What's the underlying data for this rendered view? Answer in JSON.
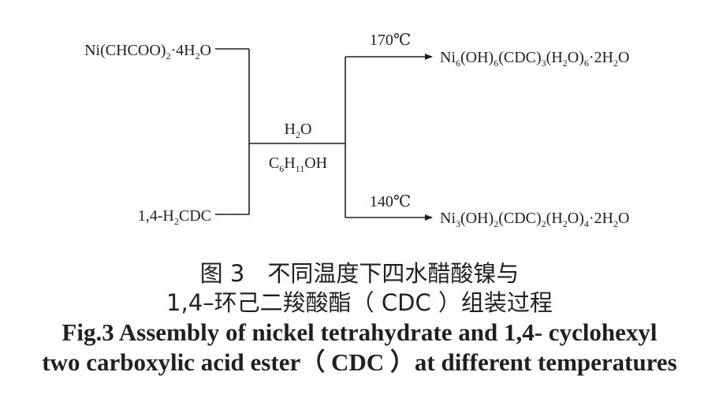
{
  "diagram": {
    "reactants": {
      "nickel_salt": {
        "base": "Ni(CHCOO)",
        "sub": "2",
        "tail_a": "·4H",
        "sub2": "2",
        "tail_b": "O"
      },
      "ligand": {
        "prefix": "1,4-H",
        "sub": "2",
        "tail": "CDC"
      }
    },
    "solvents": {
      "water": {
        "base": "H",
        "sub": "2",
        "tail": "O"
      },
      "cyclohexanol": {
        "base": "C",
        "sub1": "6",
        "mid": "H",
        "sub2": "11",
        "tail": "OH"
      }
    },
    "branches": {
      "high": {
        "temperature": "170℃",
        "product": {
          "p1": "Ni",
          "s1": "6",
          "p2": "(OH)",
          "s2": "6",
          "p3": "(CDC)",
          "s3": "3",
          "p4": "(H",
          "s4": "2",
          "p5": "O)",
          "s5": "6",
          "p6": "·2H",
          "s6": "2",
          "p7": "O"
        }
      },
      "low": {
        "temperature": "140℃",
        "product": {
          "p1": "Ni",
          "s1": "3",
          "p2": "(OH)",
          "s2": "2",
          "p3": "(CDC)",
          "s3": "2",
          "p4": "(H",
          "s4": "2",
          "p5": "O)",
          "s5": "4",
          "p6": "·2H",
          "s6": "2",
          "p7": "O"
        }
      }
    }
  },
  "caption": {
    "cn_line1": "图 3　不同温度下四水醋酸镍与",
    "cn_line2": "1,4–环己二羧酸酯（ CDC ）组装过程",
    "en_line1": "Fig.3 Assembly of nickel tetrahydrate and 1,4- cyclohexyl",
    "en_line2": "two carboxylic acid ester（ CDC ）at different temperatures"
  },
  "colors": {
    "ink": "#231f20",
    "background": "#ffffff"
  }
}
